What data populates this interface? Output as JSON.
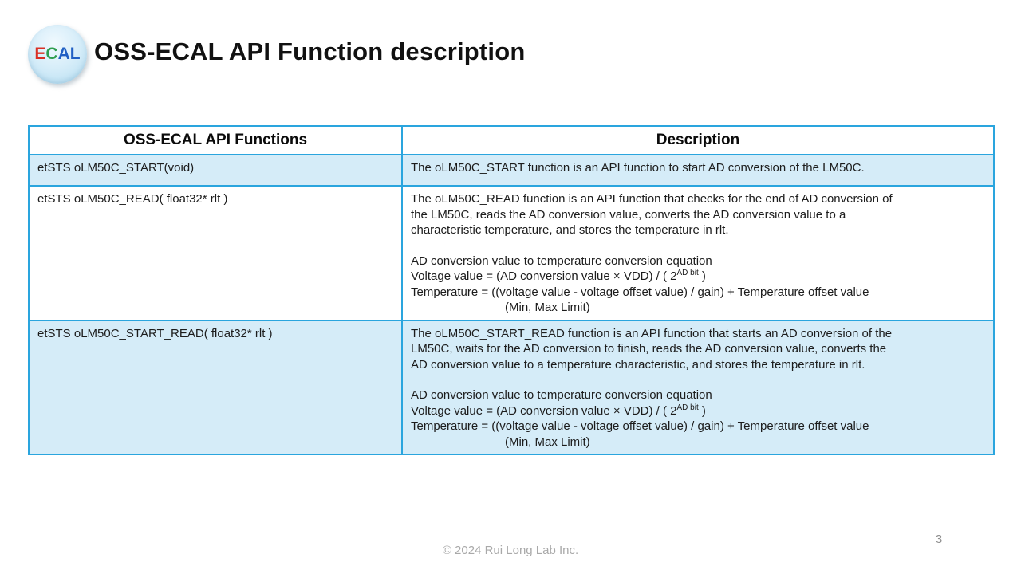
{
  "slide": {
    "logo": {
      "letters": [
        {
          "ch": "E",
          "color": "#d93025"
        },
        {
          "ch": "C",
          "color": "#2f9e4f"
        },
        {
          "ch": "A",
          "color": "#2160c4"
        },
        {
          "ch": "L",
          "color": "#2160c4"
        }
      ],
      "circle_color": "#cfe9f7"
    },
    "title": "OSS-ECAL API Function description",
    "footer": {
      "copyright": "© 2024 Rui Long Lab Inc.",
      "page_number": "3"
    }
  },
  "colors": {
    "table_border": "#2aa5de",
    "row_highlight_bg": "#d5ecf8",
    "row_plain_bg": "#ffffff",
    "title_text": "#111111",
    "footer_text": "#a9a9a9"
  },
  "table": {
    "headers": [
      "OSS-ECAL API Functions",
      "Description"
    ],
    "rows": [
      {
        "function": "etSTS oLM50C_START(void)",
        "description": "The oLM50C_START function is an API function to start AD conversion of the LM50C."
      },
      {
        "function": "etSTS oLM50C_READ( float32* rlt )",
        "description": "The oLM50C_READ function is an API function that checks for the end of AD conversion of\nthe LM50C, reads the AD conversion value, converts the AD conversion value to a\ncharacteristic temperature, and stores the temperature in rlt.",
        "equation": {
          "heading": "AD conversion value to temperature conversion equation",
          "voltage_pre": "Voltage value = (AD conversion value × VDD) / ( 2",
          "voltage_sup": "AD bit",
          "voltage_post": " )",
          "temperature": "Temperature = ((voltage value - voltage offset value) / gain) + Temperature offset value",
          "limit": "(Min, Max Limit)"
        }
      },
      {
        "function": "etSTS oLM50C_START_READ( float32* rlt )",
        "description": "The oLM50C_START_READ function is an API function that starts an AD conversion of the\nLM50C, waits for the AD conversion to finish, reads the AD conversion value, converts the\nAD conversion value to a temperature characteristic, and stores the temperature in rlt.",
        "equation": {
          "heading": "AD conversion value to temperature conversion equation",
          "voltage_pre": "Voltage value = (AD conversion value × VDD) / ( 2",
          "voltage_sup": "AD bit",
          "voltage_post": " )",
          "temperature": "Temperature = ((voltage value - voltage offset value) / gain) + Temperature offset value",
          "limit": "(Min, Max Limit)"
        }
      }
    ]
  }
}
